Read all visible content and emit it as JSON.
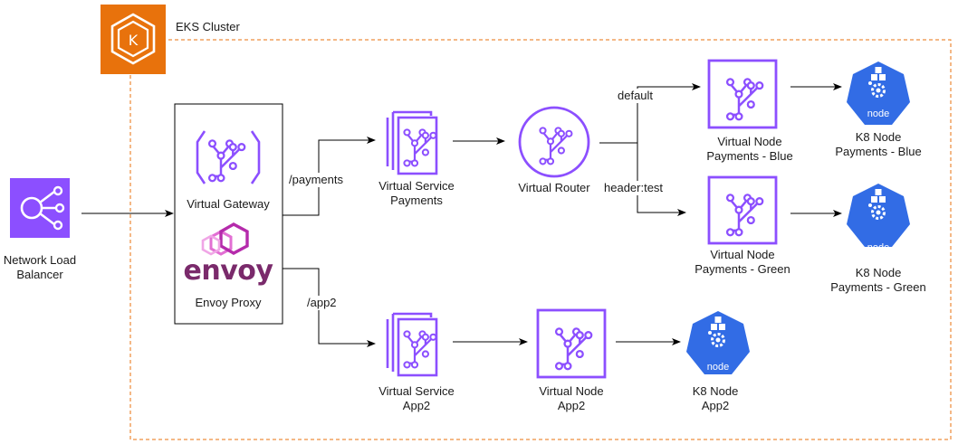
{
  "cluster": {
    "title": "EKS Cluster"
  },
  "nodes": {
    "nlb": {
      "line1": "Network Load",
      "line2": "Balancer"
    },
    "virtual_gateway": {
      "label": "Virtual Gateway"
    },
    "envoy": {
      "logo_text": "envoy",
      "label": "Envoy Proxy"
    },
    "vs_payments": {
      "line1": "Virtual Service",
      "line2": "Payments"
    },
    "virtual_router": {
      "label": "Virtual Router"
    },
    "vn_blue": {
      "line1": "Virtual Node",
      "line2": "Payments - Blue"
    },
    "vn_green": {
      "line1": "Virtual Node",
      "line2": "Payments - Green"
    },
    "k8_blue": {
      "badge": "node",
      "line1": "K8 Node",
      "line2": "Payments - Blue"
    },
    "k8_green": {
      "badge": "node",
      "line1": "K8 Node",
      "line2": "Payments - Green"
    },
    "vs_app2": {
      "line1": "Virtual Service",
      "line2": "App2"
    },
    "vn_app2": {
      "line1": "Virtual Node",
      "line2": "App2"
    },
    "k8_app2": {
      "badge": "node",
      "line1": "K8 Node",
      "line2": "App2"
    }
  },
  "edges": {
    "payments": "/payments",
    "app2": "/app2",
    "default": "default",
    "header_test": "header:test"
  },
  "colors": {
    "cluster_border": "#e8720c",
    "eks_icon_bg": "#e8720c",
    "appmesh_purple": "#8c4fff",
    "k8_blue": "#326ce5",
    "envoy": "#b52bab",
    "line": "#000000"
  },
  "icons": {
    "eks": "eks-logo-icon",
    "nlb": "network-load-balancer-icon",
    "gateway": "app-mesh-virtual-gateway-icon",
    "service": "app-mesh-virtual-service-icon",
    "router": "app-mesh-virtual-router-icon",
    "node": "app-mesh-virtual-node-icon",
    "k8": "kubernetes-node-icon"
  }
}
